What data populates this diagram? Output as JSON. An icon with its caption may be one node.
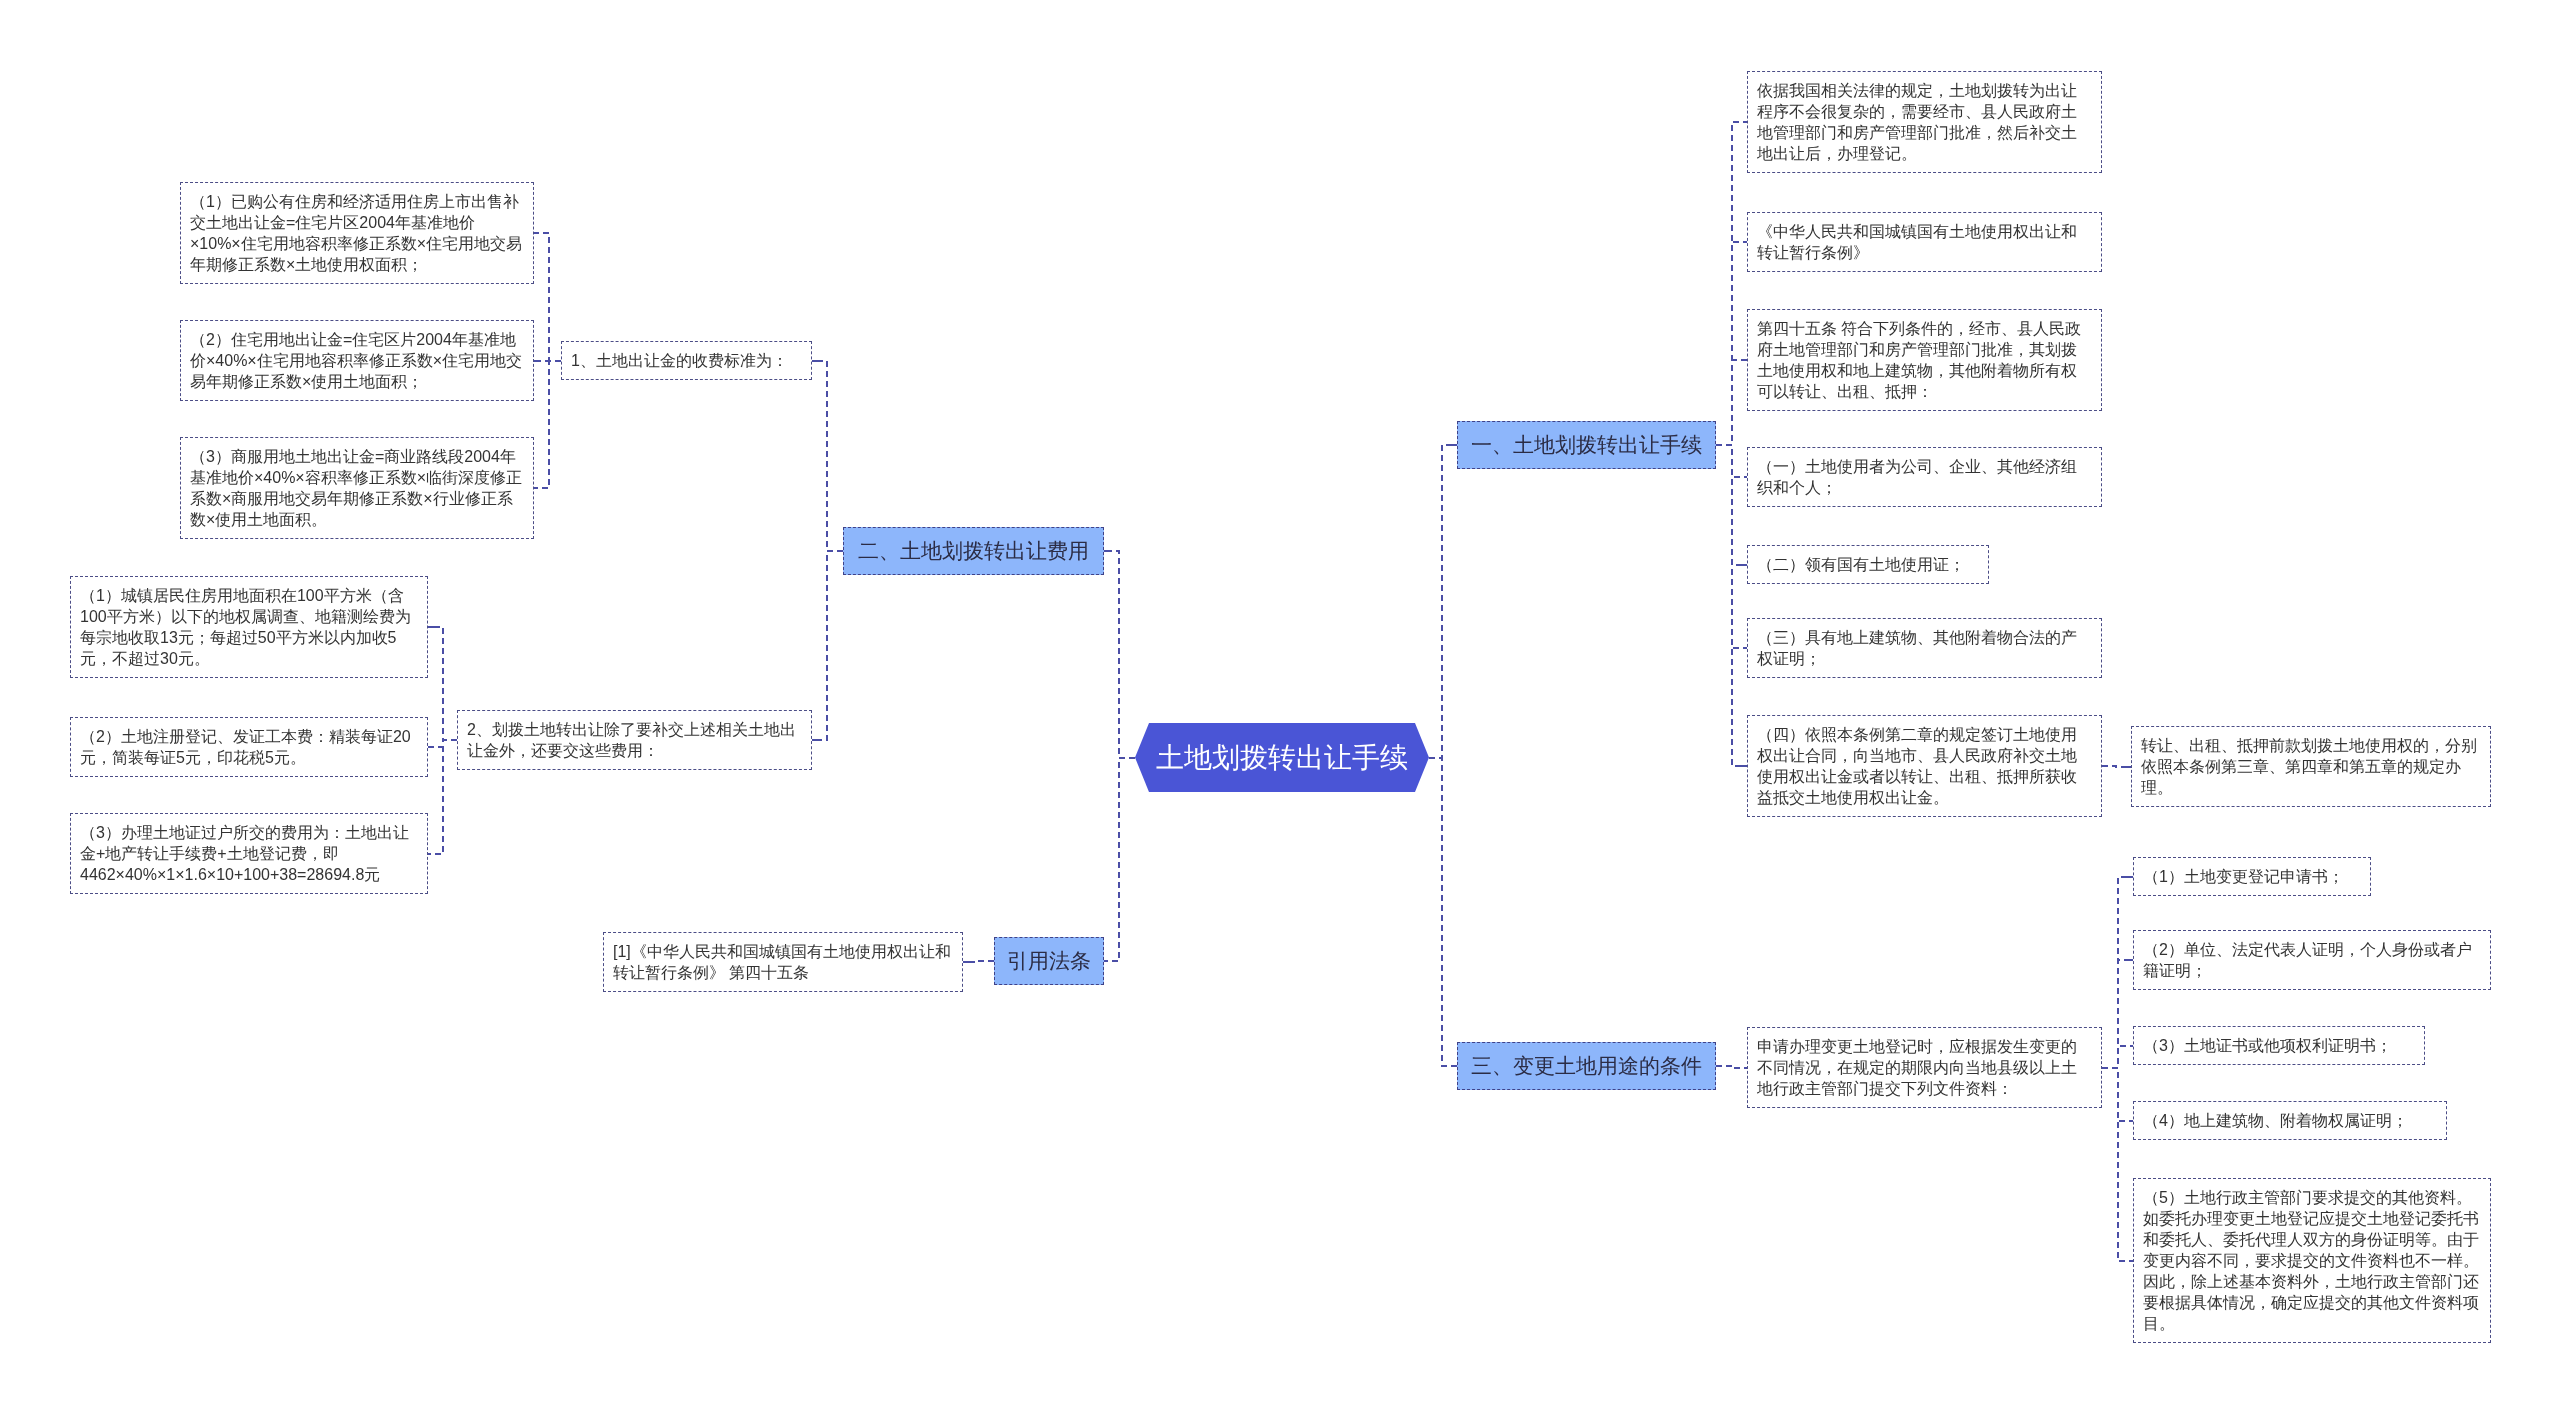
{
  "diagram": {
    "nodes": [
      {
        "text": [
          "土地划拨转出让手续"
        ]
      },
      {
        "text": [
          "一、土地划拨转出让手续"
        ]
      },
      {
        "text": [
          "依据我国相关法律的规定，土地划拨转为出让程序不会很复杂的，需要经市、县人民政府土地管理部门和房产管理部门批准，然后补交土地出让后，办理登记。"
        ]
      },
      {
        "text": [
          "《中华人民共和国城镇国有土地使用权出让和转让暂行条例》"
        ]
      },
      {
        "text": [
          "第四十五条 符合下列条件的，经市、县人民政府土地管理部门和房产管理部门批准，其划拨土地使用权和地上建筑物，其他附着物所有权可以转让、出租、抵押："
        ]
      },
      {
        "text": [
          "（一）土地使用者为公司、企业、其他经济组织和个人；"
        ]
      },
      {
        "text": [
          "（二）领有国有土地使用证；"
        ]
      },
      {
        "text": [
          "（三）具有地上建筑物、其他附着物合法的产权证明；"
        ]
      },
      {
        "text": [
          "（四）依照本条例第二章的规定签订土地使用权出让合同，向当地市、县人民政府补交土地使用权出让金或者以转让、出租、抵押所获收益抵交土地使用权出让金。"
        ]
      },
      {
        "text": [
          "转让、出租、抵押前款划拨土地使用权的，分别依照本条例第三章、第四章和第五章的规定办理。"
        ]
      },
      {
        "text": [
          "二、土地划拨转出让费用"
        ]
      },
      {
        "text": [
          "1、土地出让金的收费标准为："
        ]
      },
      {
        "text": [
          "（1）已购公有住房和经济适用住房上市出售补交土地出让金=住宅片区2004年基准地价×10%×住宅用地容积率修正系数×住宅用地交易年期修正系数×土地使用权面积；"
        ]
      },
      {
        "text": [
          "（2）住宅用地出让金=住宅区片2004年基准地价×40%×住宅用地容积率修正系数×住宅用地交易年期修正系数×使用土地面积；"
        ]
      },
      {
        "text": [
          "（3）商服用地土地出让金=商业路线段2004年基准地价×40%×容积率修正系数×临街深度修正系数×商服用地交易年期修正系数×行业修正系数×使用土地面积。"
        ]
      },
      {
        "text": [
          "2、划拨土地转出让除了要补交上述相关土地出让金外，还要交这些费用："
        ]
      },
      {
        "text": [
          "（1）城镇居民住房用地面积在100平方米（含100平方米）以下的地权属调查、地籍测绘费为每宗地收取13元；每超过50平方米以内加收5元，不超过30元。"
        ]
      },
      {
        "text": [
          "（2）土地注册登记、发证工本费：精装每证20元，简装每证5元，印花税5元。"
        ]
      },
      {
        "text": [
          "（3）办理土地证过户所交的费用为：土地出让金+地产转让手续费+土地登记费，即4462×40%×1×1.6×10+100+38=28694.8元"
        ]
      },
      {
        "text": [
          "引用法条"
        ]
      },
      {
        "text": [
          "[1]《中华人民共和国城镇国有土地使用权出让和转让暂行条例》 第四十五条"
        ]
      },
      {
        "text": [
          "三、变更土地用途的条件"
        ]
      },
      {
        "text": [
          "申请办理变更土地登记时，应根据发生变更的不同情况，在规定的期限内向当地县级以上土地行政主管部门提交下列文件资料："
        ]
      },
      {
        "text": [
          "（1）土地变更登记申请书；"
        ]
      },
      {
        "text": [
          "（2）单位、法定代表人证明，个人身份或者户籍证明；"
        ]
      },
      {
        "text": [
          "（3）土地证书或他项权利证明书；"
        ]
      },
      {
        "text": [
          "（4）地上建筑物、附着物权属证明；"
        ]
      },
      {
        "text": [
          "（5）土地行政主管部门要求提交的其他资料。如委托办理变更土地登记应提交土地登记委托书和委托人、委托代理人双方的身份证明等。由于变更内容不同，要求提交的文件资料也不一样。因此，除上述基本资料外，土地行政主管部门还要根据具体情况，确定应提交的其他文件资料项目。"
        ]
      }
    ],
    "edges": [
      {
        "from": 0,
        "to": 1,
        "arrow": "none"
      },
      {
        "from": 1,
        "to": 2,
        "arrow": "none"
      },
      {
        "from": 1,
        "to": 3,
        "arrow": "none"
      },
      {
        "from": 1,
        "to": 4,
        "arrow": "none"
      },
      {
        "from": 1,
        "to": 5,
        "arrow": "none"
      },
      {
        "from": 1,
        "to": 6,
        "arrow": "none"
      },
      {
        "from": 1,
        "to": 7,
        "arrow": "none"
      },
      {
        "from": 1,
        "to": 8,
        "arrow": "none"
      },
      {
        "from": 8,
        "to": 9,
        "arrow": "none"
      },
      {
        "from": 0,
        "to": 10,
        "arrow": "none"
      },
      {
        "from": 10,
        "to": 11,
        "arrow": "none"
      },
      {
        "from": 11,
        "to": 12,
        "arrow": "none"
      },
      {
        "from": 11,
        "to": 13,
        "arrow": "none"
      },
      {
        "from": 11,
        "to": 14,
        "arrow": "none"
      },
      {
        "from": 10,
        "to": 15,
        "arrow": "none"
      },
      {
        "from": 15,
        "to": 16,
        "arrow": "none"
      },
      {
        "from": 15,
        "to": 17,
        "arrow": "none"
      },
      {
        "from": 15,
        "to": 18,
        "arrow": "none"
      },
      {
        "from": 0,
        "to": 19,
        "arrow": "none"
      },
      {
        "from": 19,
        "to": 20,
        "arrow": "none"
      },
      {
        "from": 0,
        "to": 21,
        "arrow": "none"
      },
      {
        "from": 21,
        "to": 22,
        "arrow": "none"
      },
      {
        "from": 22,
        "to": 23,
        "arrow": "none"
      },
      {
        "from": 22,
        "to": 24,
        "arrow": "none"
      },
      {
        "from": 22,
        "to": 25,
        "arrow": "none"
      },
      {
        "from": 22,
        "to": 26,
        "arrow": "none"
      },
      {
        "from": 22,
        "to": 27,
        "arrow": "none"
      }
    ]
  }
}
